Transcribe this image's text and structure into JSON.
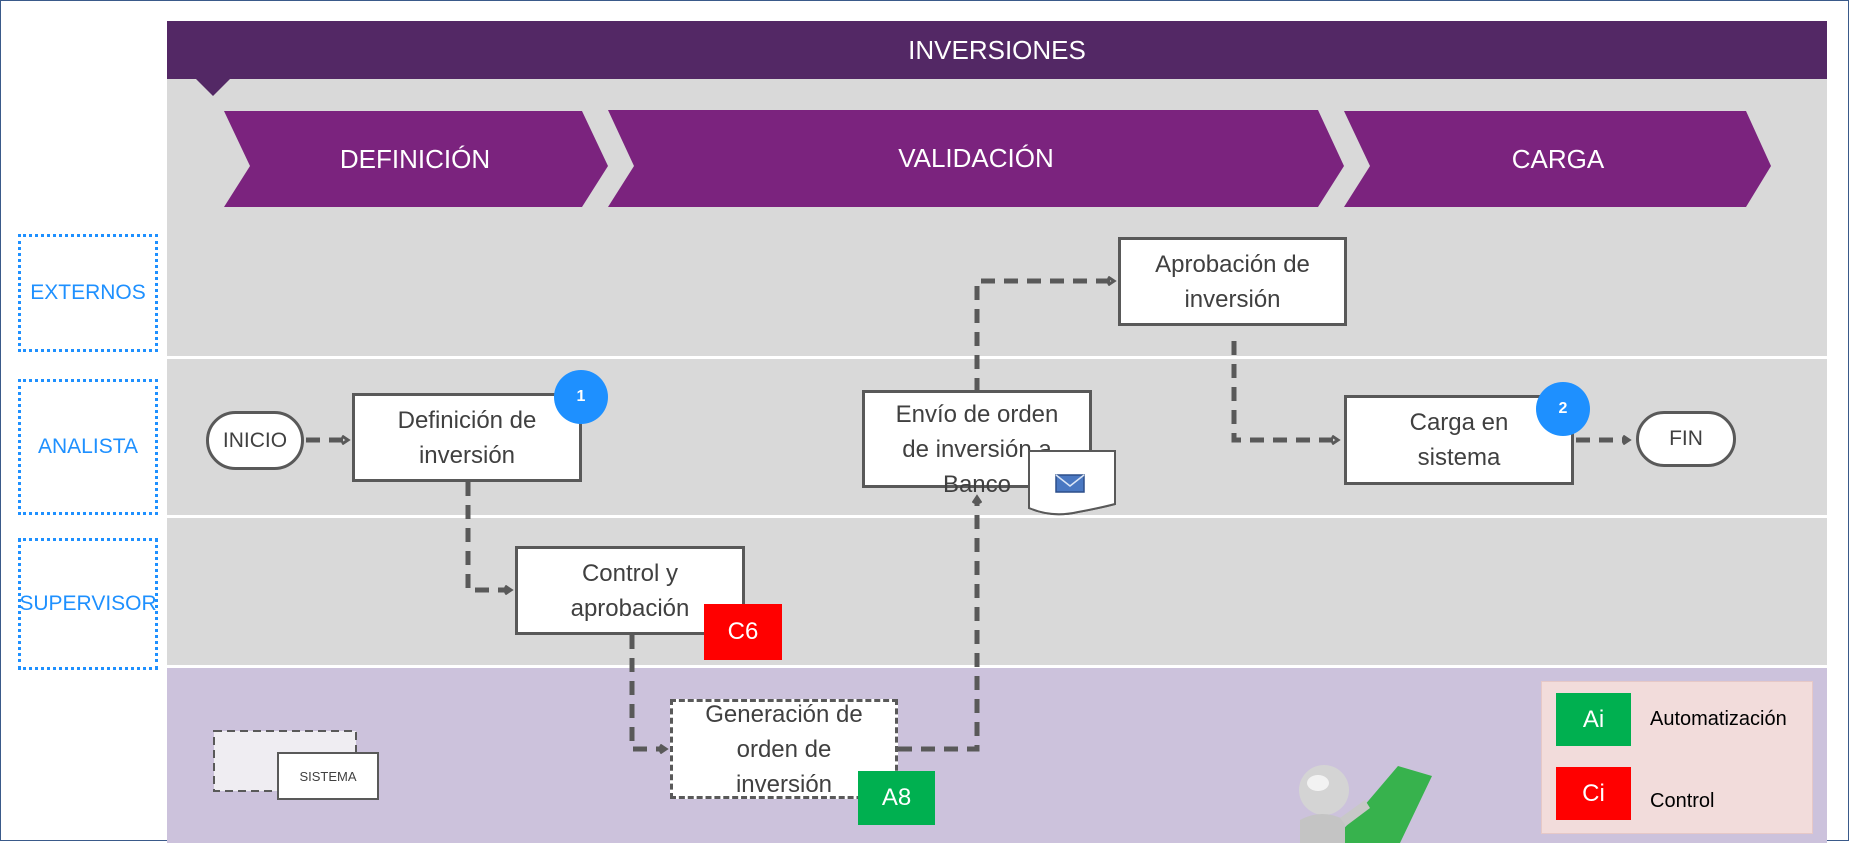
{
  "title": "INVERSIONES",
  "phases": [
    "DEFINICIÓN",
    "VALIDACIÓN",
    "CARGA"
  ],
  "lanes": [
    "EXTERNOS",
    "ANALISTA",
    "SUPERVISOR"
  ],
  "nodes": {
    "inicio": "INICIO",
    "fin": "FIN",
    "definicion": "Definición de\ninversión",
    "control": "Control y\naprobación",
    "generacion": "Generación de\norden de\ninversión",
    "envio": "Envío de orden\nde inversión a\nBanco",
    "aprobacion": "Aprobación de\ninversión",
    "carga": "Carga en\nsistema"
  },
  "badges": {
    "b1": "1",
    "b2": "2"
  },
  "tags": {
    "c6": "C6",
    "a8": "A8"
  },
  "system_label": "SISTEMA",
  "legend": {
    "ai_code": "Ai",
    "ai_label": "Automatización",
    "ci_code": "Ci",
    "ci_label": "Control"
  },
  "colors": {
    "header_purple": "#532865",
    "phase_purple": "#7b237e",
    "lane_gray": "#d9d9d9",
    "system_lane": "#ccc2dc",
    "accent_blue": "#1e90ff",
    "control_red": "#ff0000",
    "automation_green": "#00b050"
  }
}
